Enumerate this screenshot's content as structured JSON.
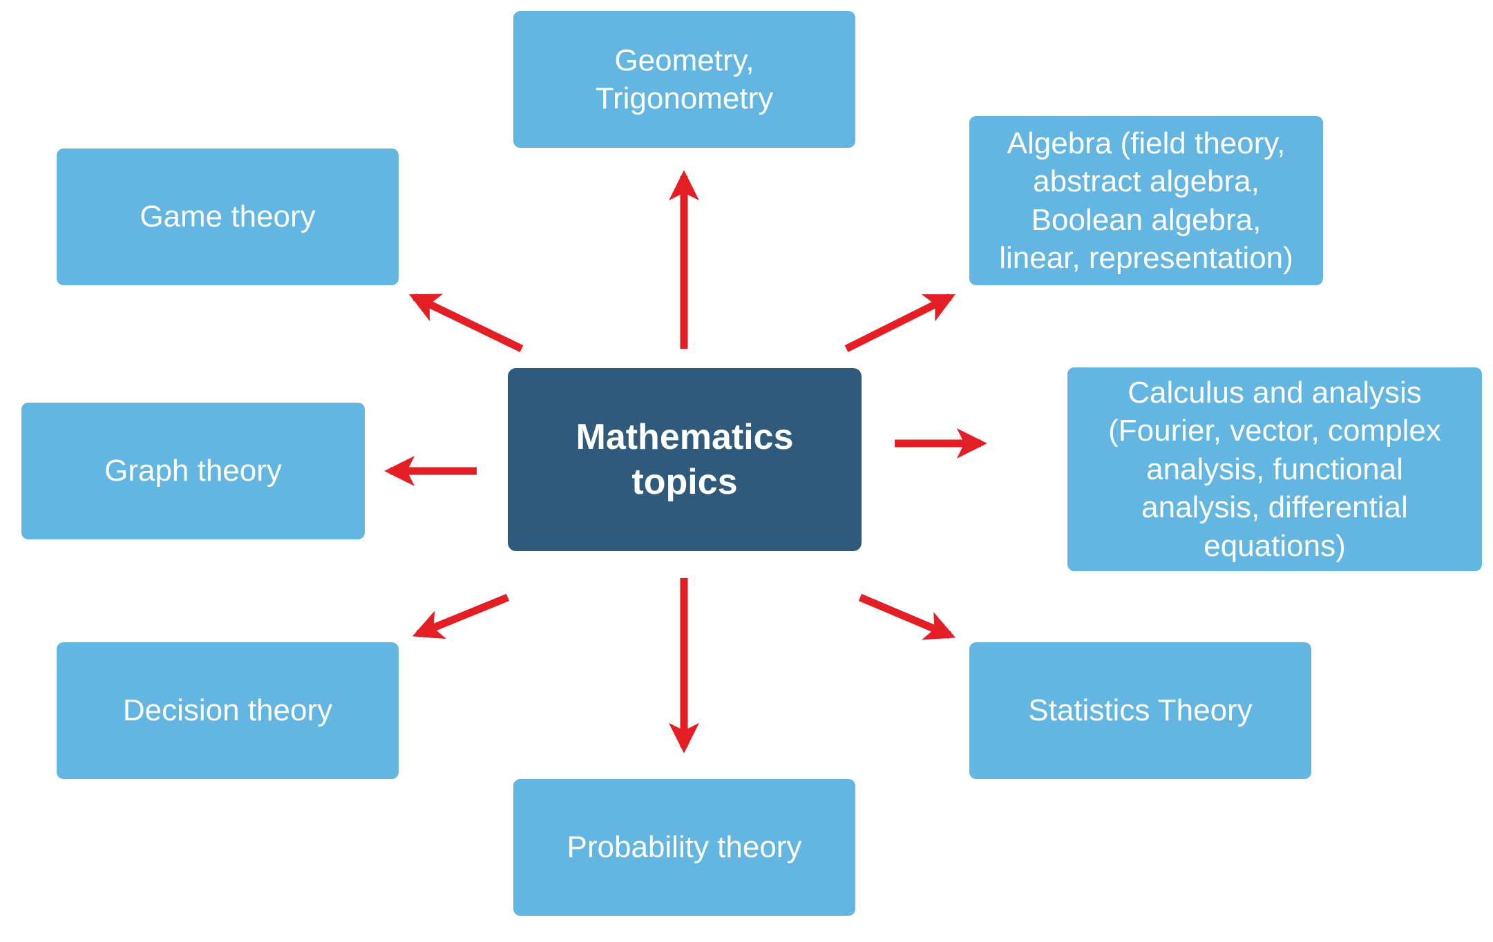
{
  "center": {
    "label": "Mathematics\ntopics"
  },
  "topics": {
    "geometry": "Geometry,\nTrigonometry",
    "algebra": "Algebra (field theory,\nabstract algebra,\nBoolean algebra,\nlinear, representation)",
    "calculus": "Calculus and analysis\n(Fourier, vector, complex\nanalysis, functional\nanalysis, differential\nequations)",
    "statistics": "Statistics Theory",
    "probability": "Probability theory",
    "decision": "Decision theory",
    "graph": "Graph theory",
    "game": "Game theory"
  },
  "colors": {
    "center_box": "#2f5a7b",
    "topic_box": "#62b6e1",
    "arrow": "#e31e24",
    "text": "#ffffff"
  }
}
